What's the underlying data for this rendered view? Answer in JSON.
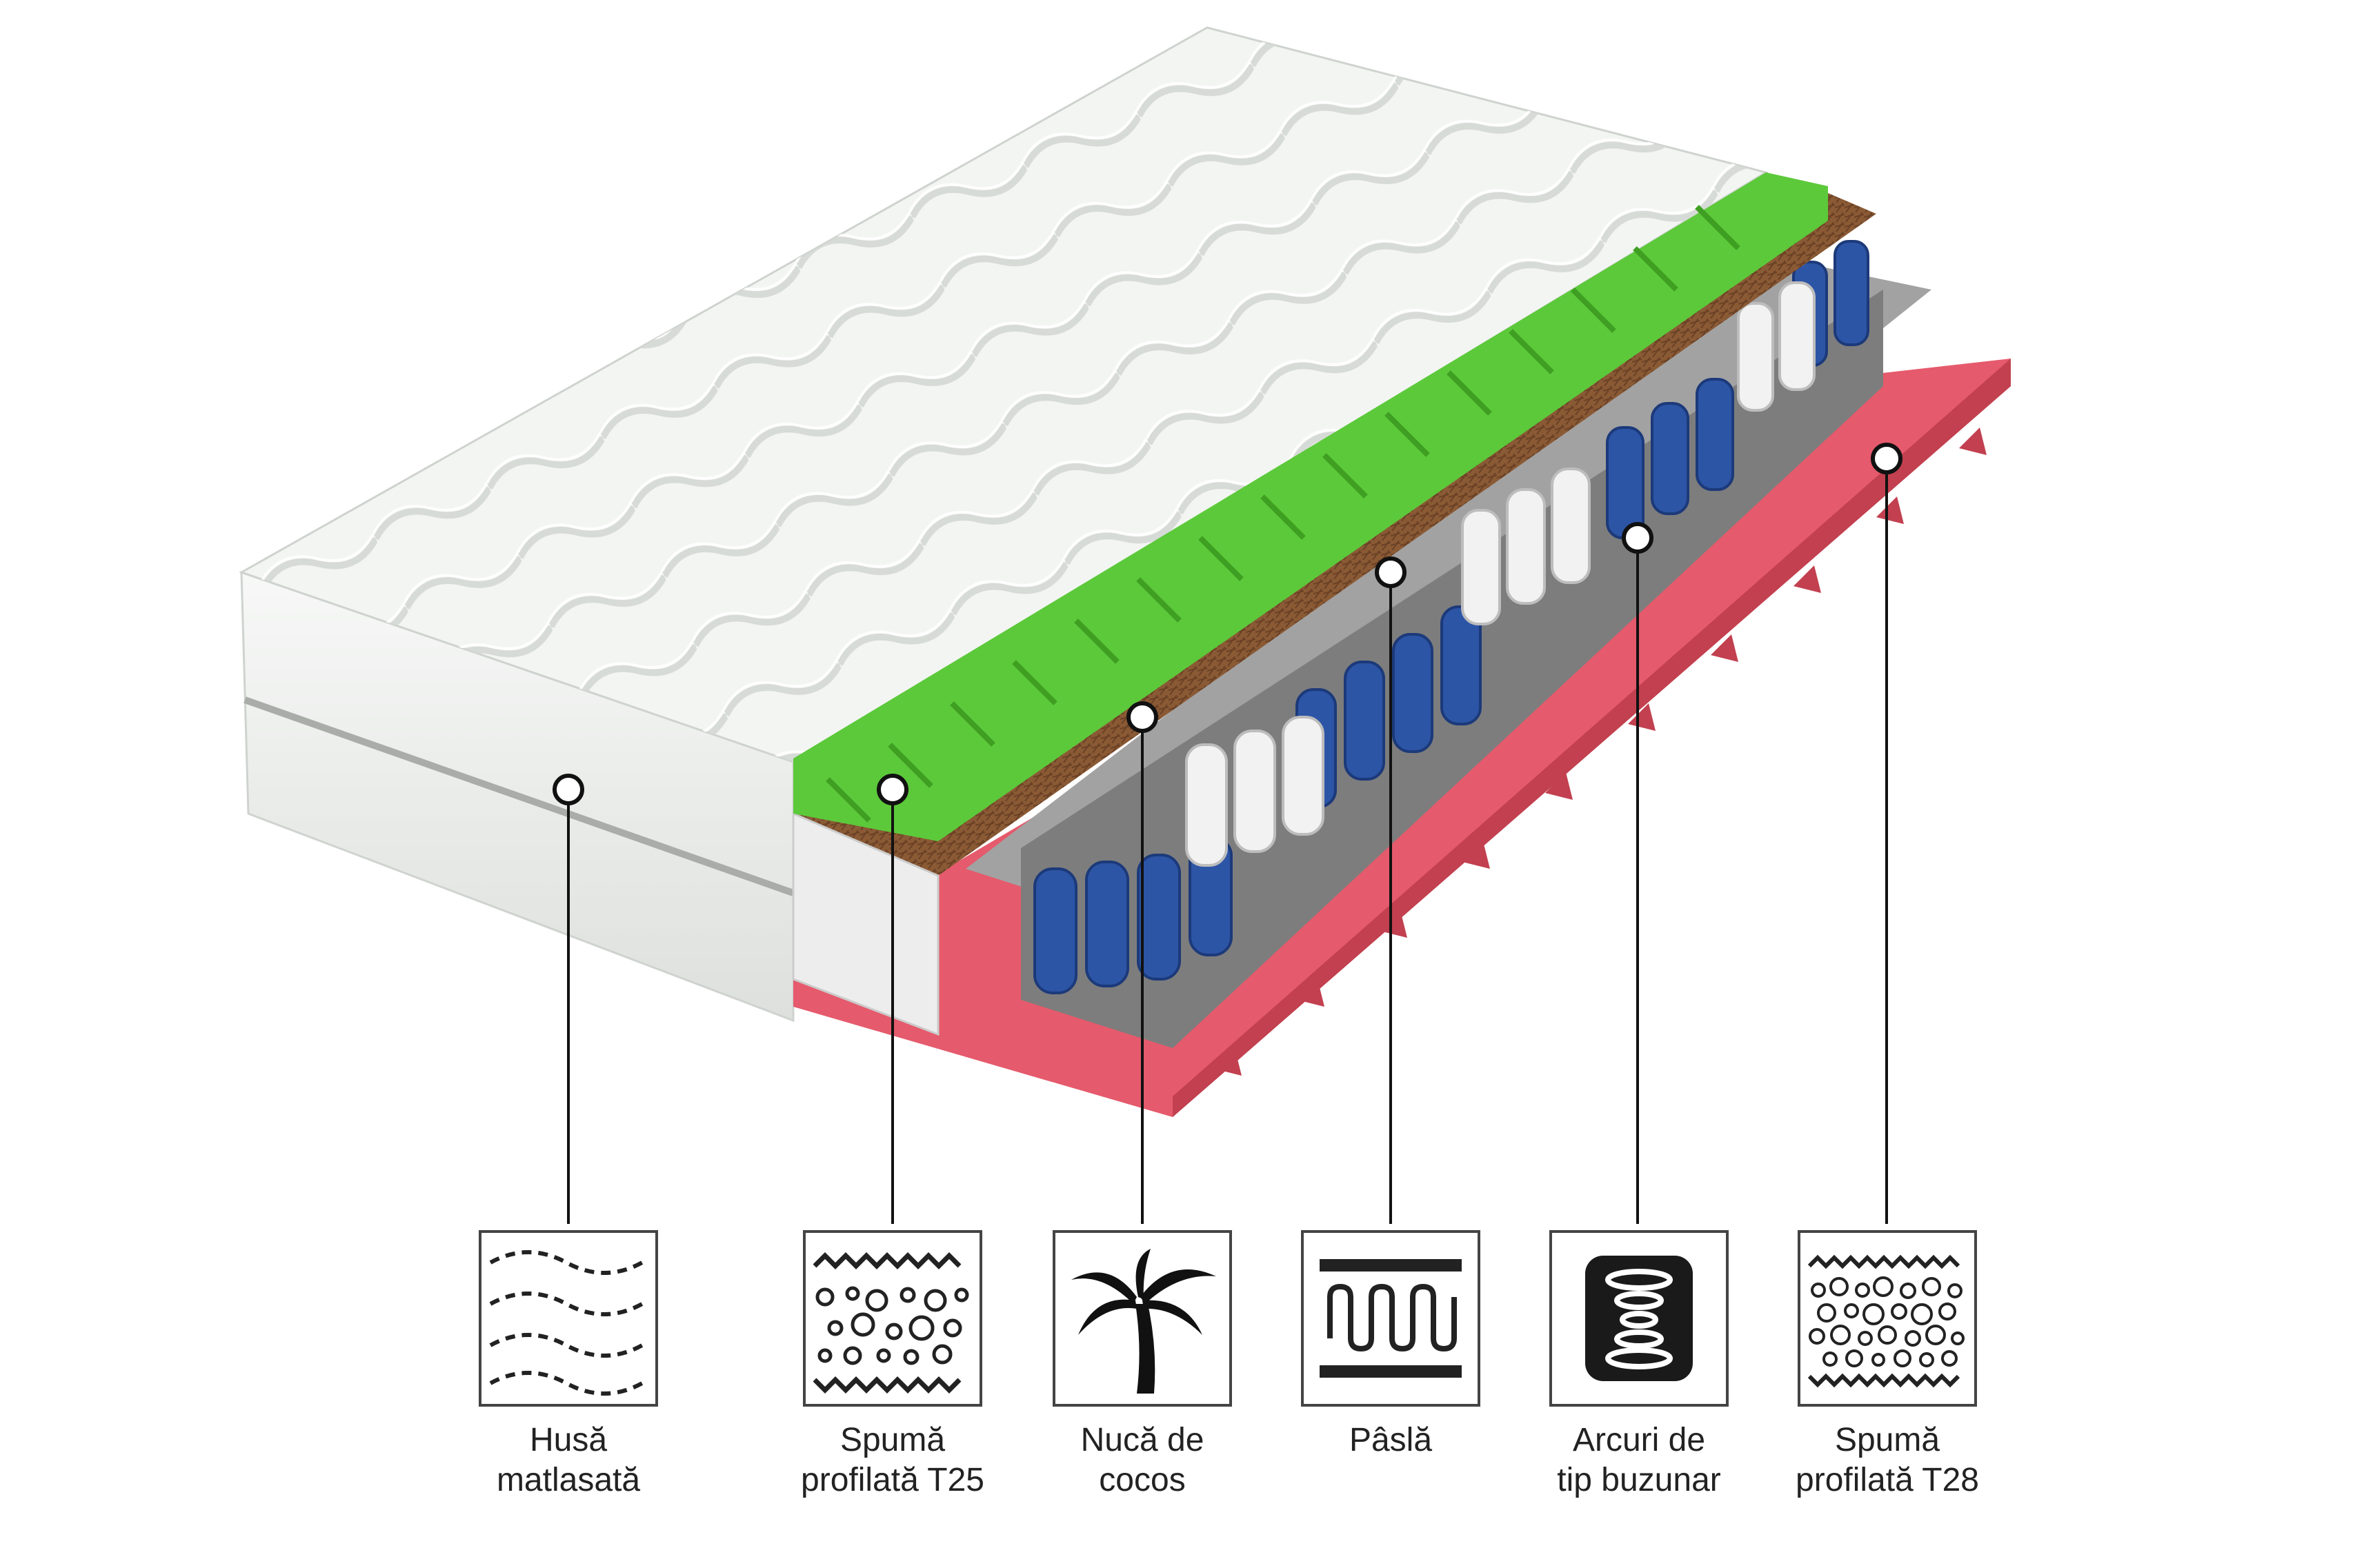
{
  "colors": {
    "cover": "#f1f3f1",
    "cover_shade": "#dcdfdc",
    "green_foam": "#5cc93a",
    "green_foam_dark": "#3f9f22",
    "coconut": "#8a5a35",
    "felt": "#9a9a9a",
    "base_foam": "#e55a6c",
    "base_foam_dark": "#c2404f",
    "spring_blue": "#2d55a6",
    "spring_white": "#f2f2f2",
    "marker": "#111111",
    "icon_frame": "#444444"
  },
  "layers": [
    {
      "id": "cover",
      "icon": "quilted-cover-icon",
      "line1": "Husă",
      "line2": "matlasată"
    },
    {
      "id": "foam-t25",
      "icon": "profiled-foam-icon",
      "line1": "Spumă",
      "line2": "profilată T25"
    },
    {
      "id": "coconut",
      "icon": "palm-tree-icon",
      "line1": "Nucă de",
      "line2": "cocos"
    },
    {
      "id": "felt",
      "icon": "felt-icon",
      "line1": "Pâslă",
      "line2": ""
    },
    {
      "id": "pocket-springs",
      "icon": "pocket-spring-icon",
      "line1": "Arcuri de",
      "line2": "tip buzunar"
    },
    {
      "id": "foam-t28",
      "icon": "profiled-foam-dense-icon",
      "line1": "Spumă",
      "line2": "profilată T28"
    }
  ]
}
